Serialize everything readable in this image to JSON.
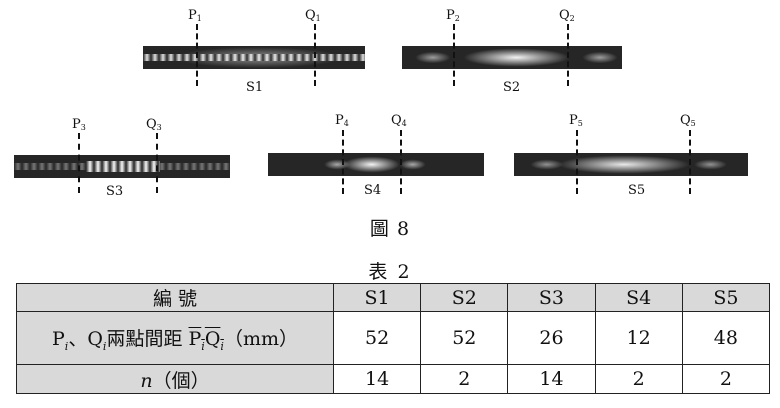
{
  "figure": {
    "caption": "圖 8",
    "strips": [
      {
        "name": "S1",
        "p_label": "P",
        "p_sub": "1",
        "q_label": "Q",
        "q_sub": "1"
      },
      {
        "name": "S2",
        "p_label": "P",
        "p_sub": "2",
        "q_label": "Q",
        "q_sub": "2"
      },
      {
        "name": "S3",
        "p_label": "P",
        "p_sub": "3",
        "q_label": "Q",
        "q_sub": "3"
      },
      {
        "name": "S4",
        "p_label": "P",
        "p_sub": "4",
        "q_label": "Q",
        "q_sub": "4"
      },
      {
        "name": "S5",
        "p_label": "P",
        "p_sub": "5",
        "q_label": "Q",
        "q_sub": "5"
      }
    ]
  },
  "table": {
    "caption": "表 2",
    "header_label": "編 號",
    "columns": [
      "S1",
      "S2",
      "S3",
      "S4",
      "S5"
    ],
    "distance_row": {
      "label_pre": "P",
      "label_i1": "i",
      "label_mid": "、Q",
      "label_i2": "i",
      "label_mid2": "兩點間距",
      "label_ov": "P",
      "label_ov_i1": "i",
      "label_ov_q": "Q",
      "label_ov_i2": "i",
      "label_unit": "（mm）",
      "values": [
        "52",
        "52",
        "26",
        "12",
        "48"
      ]
    },
    "count_row": {
      "label_n": "n",
      "label_unit": "（個）",
      "values": [
        "14",
        "2",
        "14",
        "2",
        "2"
      ]
    }
  }
}
